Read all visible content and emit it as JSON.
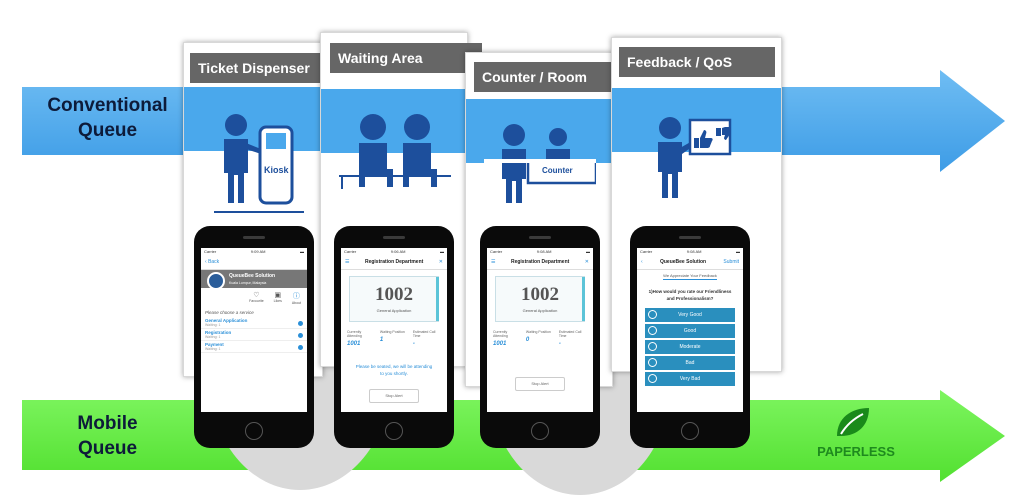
{
  "bands": {
    "conventional": {
      "label_line1": "Conventional",
      "label_line2": "Queue",
      "color": "#4aa8ec"
    },
    "mobile": {
      "label_line1": "Mobile",
      "label_line2": "Queue",
      "color": "#5ef03c"
    },
    "paperless": {
      "label": "PAPERLESS",
      "color": "#1e8a1e"
    }
  },
  "panels": [
    {
      "title": "Ticket Dispenser",
      "illustration": "person-at-kiosk-icon",
      "kiosk_label": "Kiosk"
    },
    {
      "title": "Waiting Area",
      "illustration": "two-people-seated-icon"
    },
    {
      "title": "Counter / Room",
      "illustration": "person-at-counter-icon",
      "counter_label": "Counter"
    },
    {
      "title": "Feedback / QoS",
      "illustration": "person-thumbs-feedback-icon"
    }
  ],
  "phone1": {
    "carrier": "Carrier",
    "time": "9:09 AM",
    "back": "Back",
    "org_name": "QueueBee Solution",
    "org_location": "Kuala Lumpur, Malaysia",
    "tabs": [
      "Favourite",
      "Likes",
      "About"
    ],
    "prompt": "Please choose a service",
    "services": [
      {
        "name": "General Application",
        "waiting": "Waiting: 1"
      },
      {
        "name": "Registration",
        "waiting": "Waiting: 1"
      },
      {
        "name": "Payment",
        "waiting": "Waiting: 1"
      }
    ]
  },
  "phone2": {
    "carrier": "Carrier",
    "time": "9:06 AM",
    "title": "Registration Department",
    "ticket_number": "1002",
    "ticket_service": "General Application",
    "stats": [
      {
        "label": "Currently Attending",
        "value": "1001"
      },
      {
        "label": "Waiting Position",
        "value": "1"
      },
      {
        "label": "Estimated Call Time",
        "value": "-"
      }
    ],
    "message": "Please be seated, we will be attending to you shortly.",
    "stop_alert": "Stop Alert"
  },
  "phone3": {
    "carrier": "Carrier",
    "time": "9:08 AM",
    "title": "Registration Department",
    "ticket_number": "1002",
    "ticket_service": "General Application",
    "stats": [
      {
        "label": "Currently Attending",
        "value": "1001"
      },
      {
        "label": "Waiting Position",
        "value": "0"
      },
      {
        "label": "Estimated Call Time",
        "value": "-"
      }
    ],
    "stop_alert": "Stop Alert"
  },
  "phone4": {
    "carrier": "Carrier",
    "time": "9:08 AM",
    "title": "QueueBee Solution",
    "submit": "Submit",
    "header": "We Appreciate Your Feedback",
    "question": "1)How would you rate our Friendliness and Professionalism?",
    "ratings": [
      "Very Good",
      "Good",
      "Moderate",
      "Bad",
      "Very Bad"
    ]
  }
}
